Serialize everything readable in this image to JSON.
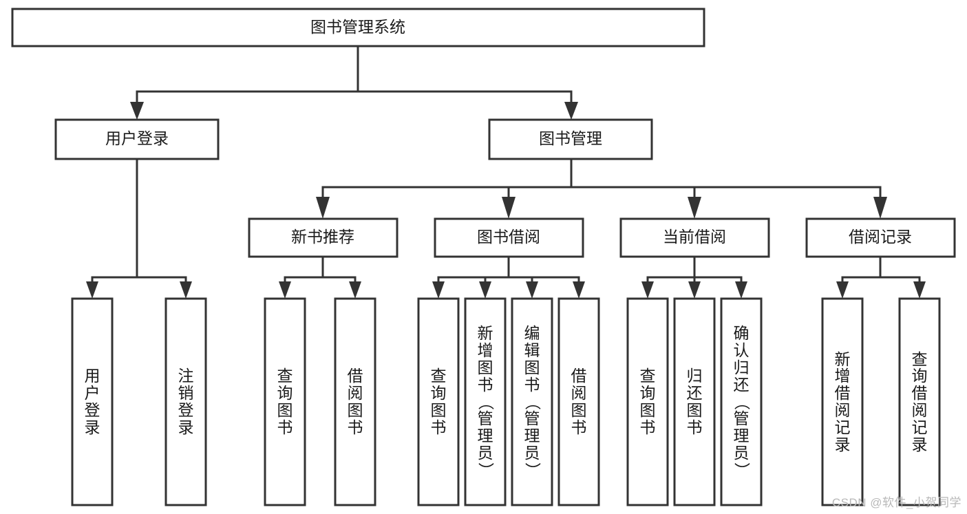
{
  "diagram": {
    "title": "图书管理系统",
    "type": "tree-hierarchy-chart",
    "root": {
      "label": "图书管理系统"
    },
    "level2": [
      {
        "label": "用户登录"
      },
      {
        "label": "图书管理"
      }
    ],
    "level3": [
      {
        "label": "新书推荐"
      },
      {
        "label": "图书借阅"
      },
      {
        "label": "当前借阅"
      },
      {
        "label": "借阅记录"
      }
    ],
    "leaves": [
      {
        "label": "用户登录",
        "parent": "用户登录"
      },
      {
        "label": "注销登录",
        "parent": "用户登录"
      },
      {
        "label": "查询图书",
        "parent": "新书推荐"
      },
      {
        "label": "借阅图书",
        "parent": "新书推荐"
      },
      {
        "label": "查询图书",
        "parent": "图书借阅"
      },
      {
        "label": "新增图书（管理员）",
        "parent": "图书借阅"
      },
      {
        "label": "编辑图书（管理员）",
        "parent": "图书借阅"
      },
      {
        "label": "借阅图书",
        "parent": "图书借阅"
      },
      {
        "label": "查询图书",
        "parent": "当前借阅"
      },
      {
        "label": "归还图书",
        "parent": "当前借阅"
      },
      {
        "label": "确认归还（管理员）",
        "parent": "当前借阅"
      },
      {
        "label": "新增借阅记录",
        "parent": "借阅记录"
      },
      {
        "label": "查询借阅记录",
        "parent": "借阅记录"
      }
    ]
  },
  "watermark": {
    "text": "CSDN @软件_小贺同学"
  },
  "colors": {
    "stroke": "#333333",
    "fill": "#ffffff",
    "text": "#1a1a1a",
    "watermark": "#b8b8b8"
  }
}
